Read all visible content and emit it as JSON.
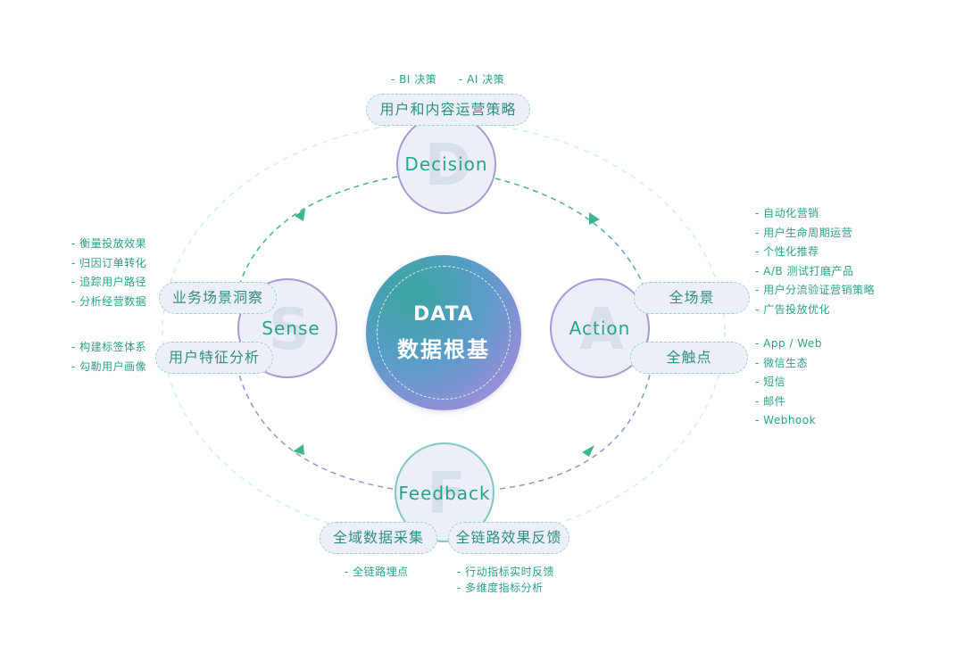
{
  "core": {
    "title": "DATA",
    "subtitle": "数据根基"
  },
  "nodes": {
    "decision": {
      "letter": "D",
      "label": "Decision"
    },
    "action": {
      "letter": "A",
      "label": "Action"
    },
    "feedback": {
      "letter": "F",
      "label": "Feedback"
    },
    "sense": {
      "letter": "S",
      "label": "Sense"
    }
  },
  "top": {
    "tags": [
      "- BI 决策",
      "- AI 决策"
    ],
    "pill": "用户和内容运营策略"
  },
  "left": {
    "pill_1": "业务场景洞察",
    "pill_2": "用户特征分析",
    "list_1": [
      "衡量投放效果",
      "归因订单转化",
      "追踪用户路径",
      "分析经营数据"
    ],
    "list_2": [
      "构建标签体系",
      "勾勒用户画像"
    ]
  },
  "right": {
    "pill_1": "全场景",
    "pill_2": "全触点",
    "list_1": [
      "自动化营销",
      "用户生命周期运营",
      "个性化推荐",
      "A/B 测试打磨产品",
      "用户分流验证营销策略",
      "广告投放优化"
    ],
    "list_2": [
      "App / Web",
      "微信生态",
      "短信",
      "邮件",
      "Webhook"
    ]
  },
  "bottom": {
    "pill_1": "全域数据采集",
    "pill_2": "全链路效果反馈",
    "list_1": [
      "- 全链路埋点"
    ],
    "list_2": [
      "- 行动指标实时反馈",
      "- 多维度指标分析"
    ]
  },
  "colors": {
    "teal": "#26a58a",
    "purple": "#a69bd2",
    "arrow_teal": "#3fb58f",
    "outer_ring": "#cfeee6"
  }
}
